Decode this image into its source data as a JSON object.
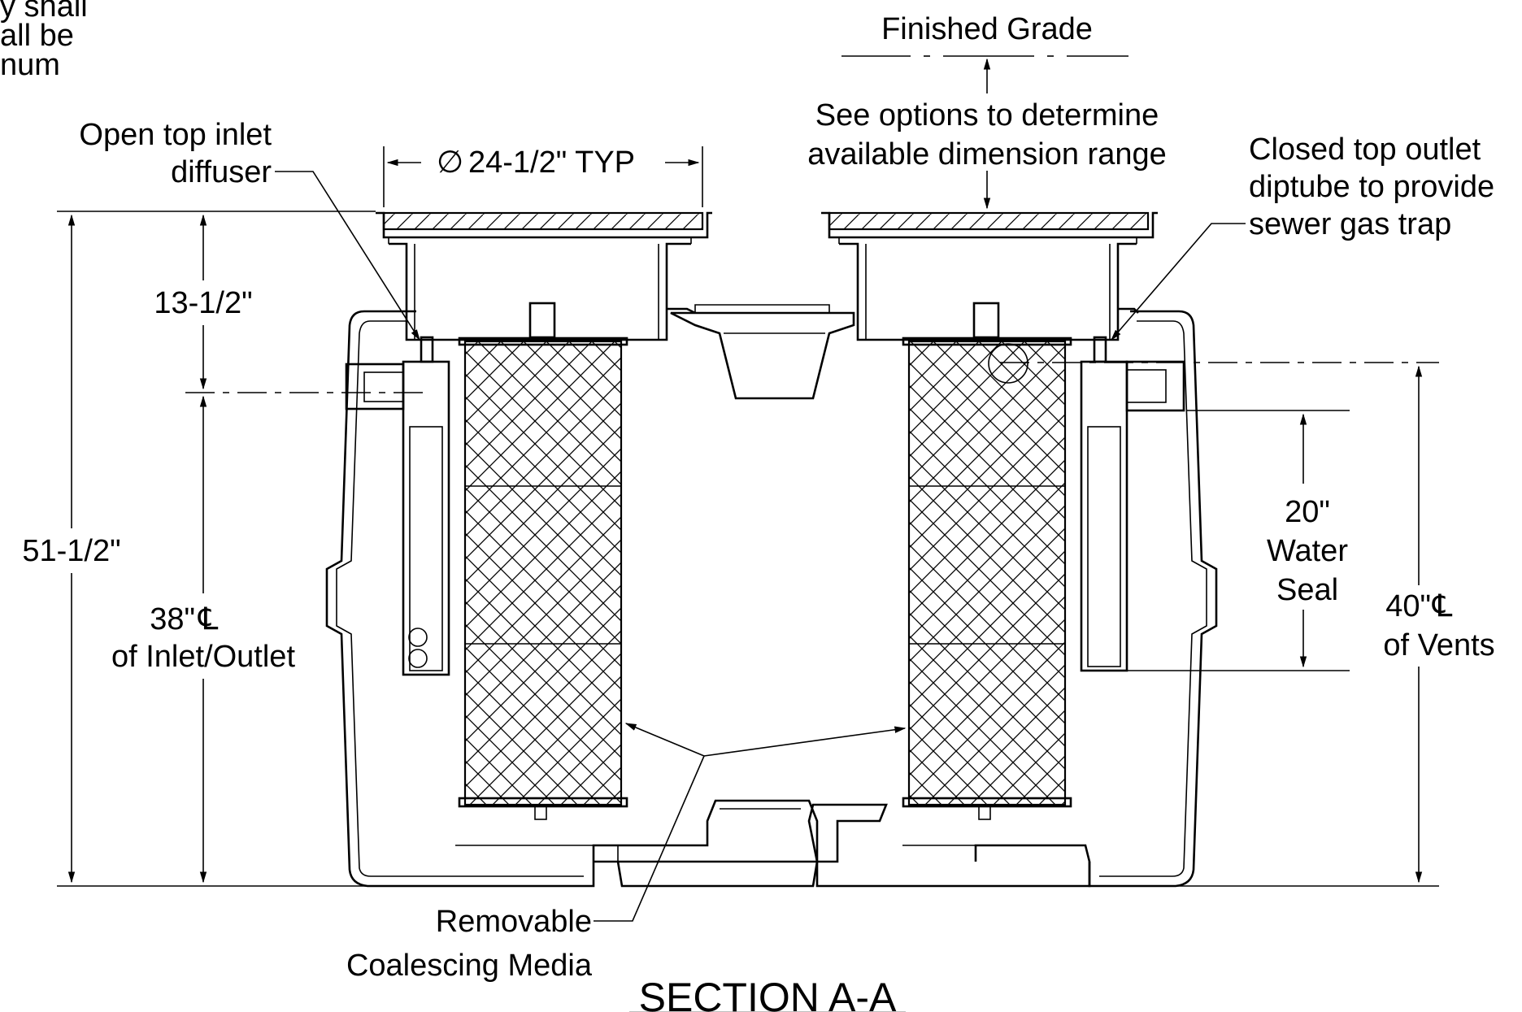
{
  "note": {
    "line1": "y shall",
    "line2": "all be",
    "line3": "num"
  },
  "finished_grade": "Finished Grade",
  "options_note": {
    "line1": "See options to determine",
    "line2": "available dimension range"
  },
  "inlet_diffuser": {
    "line1": "Open top inlet",
    "line2": "diffuser"
  },
  "outlet_diptube": {
    "line1": "Closed top outlet",
    "line2": "diptube to provide",
    "line3": "sewer gas trap"
  },
  "diameter": {
    "symbol": "∅",
    "text": "24-1/2\" TYP"
  },
  "dim_top": "13-1/2\"",
  "dim_total": "51-1/2\"",
  "inlet_outlet_cl": {
    "line1": "38\"",
    "symbol": "℄",
    "line2": "of Inlet/Outlet"
  },
  "water_seal": {
    "line1": "20\"",
    "line2": "Water",
    "line3": "Seal"
  },
  "vents_cl": {
    "line1": "40\"",
    "symbol": "℄",
    "line2": "of Vents"
  },
  "media": {
    "line1": "Removable",
    "line2": "Coalescing Media"
  },
  "section_title": "SECTION A-A"
}
